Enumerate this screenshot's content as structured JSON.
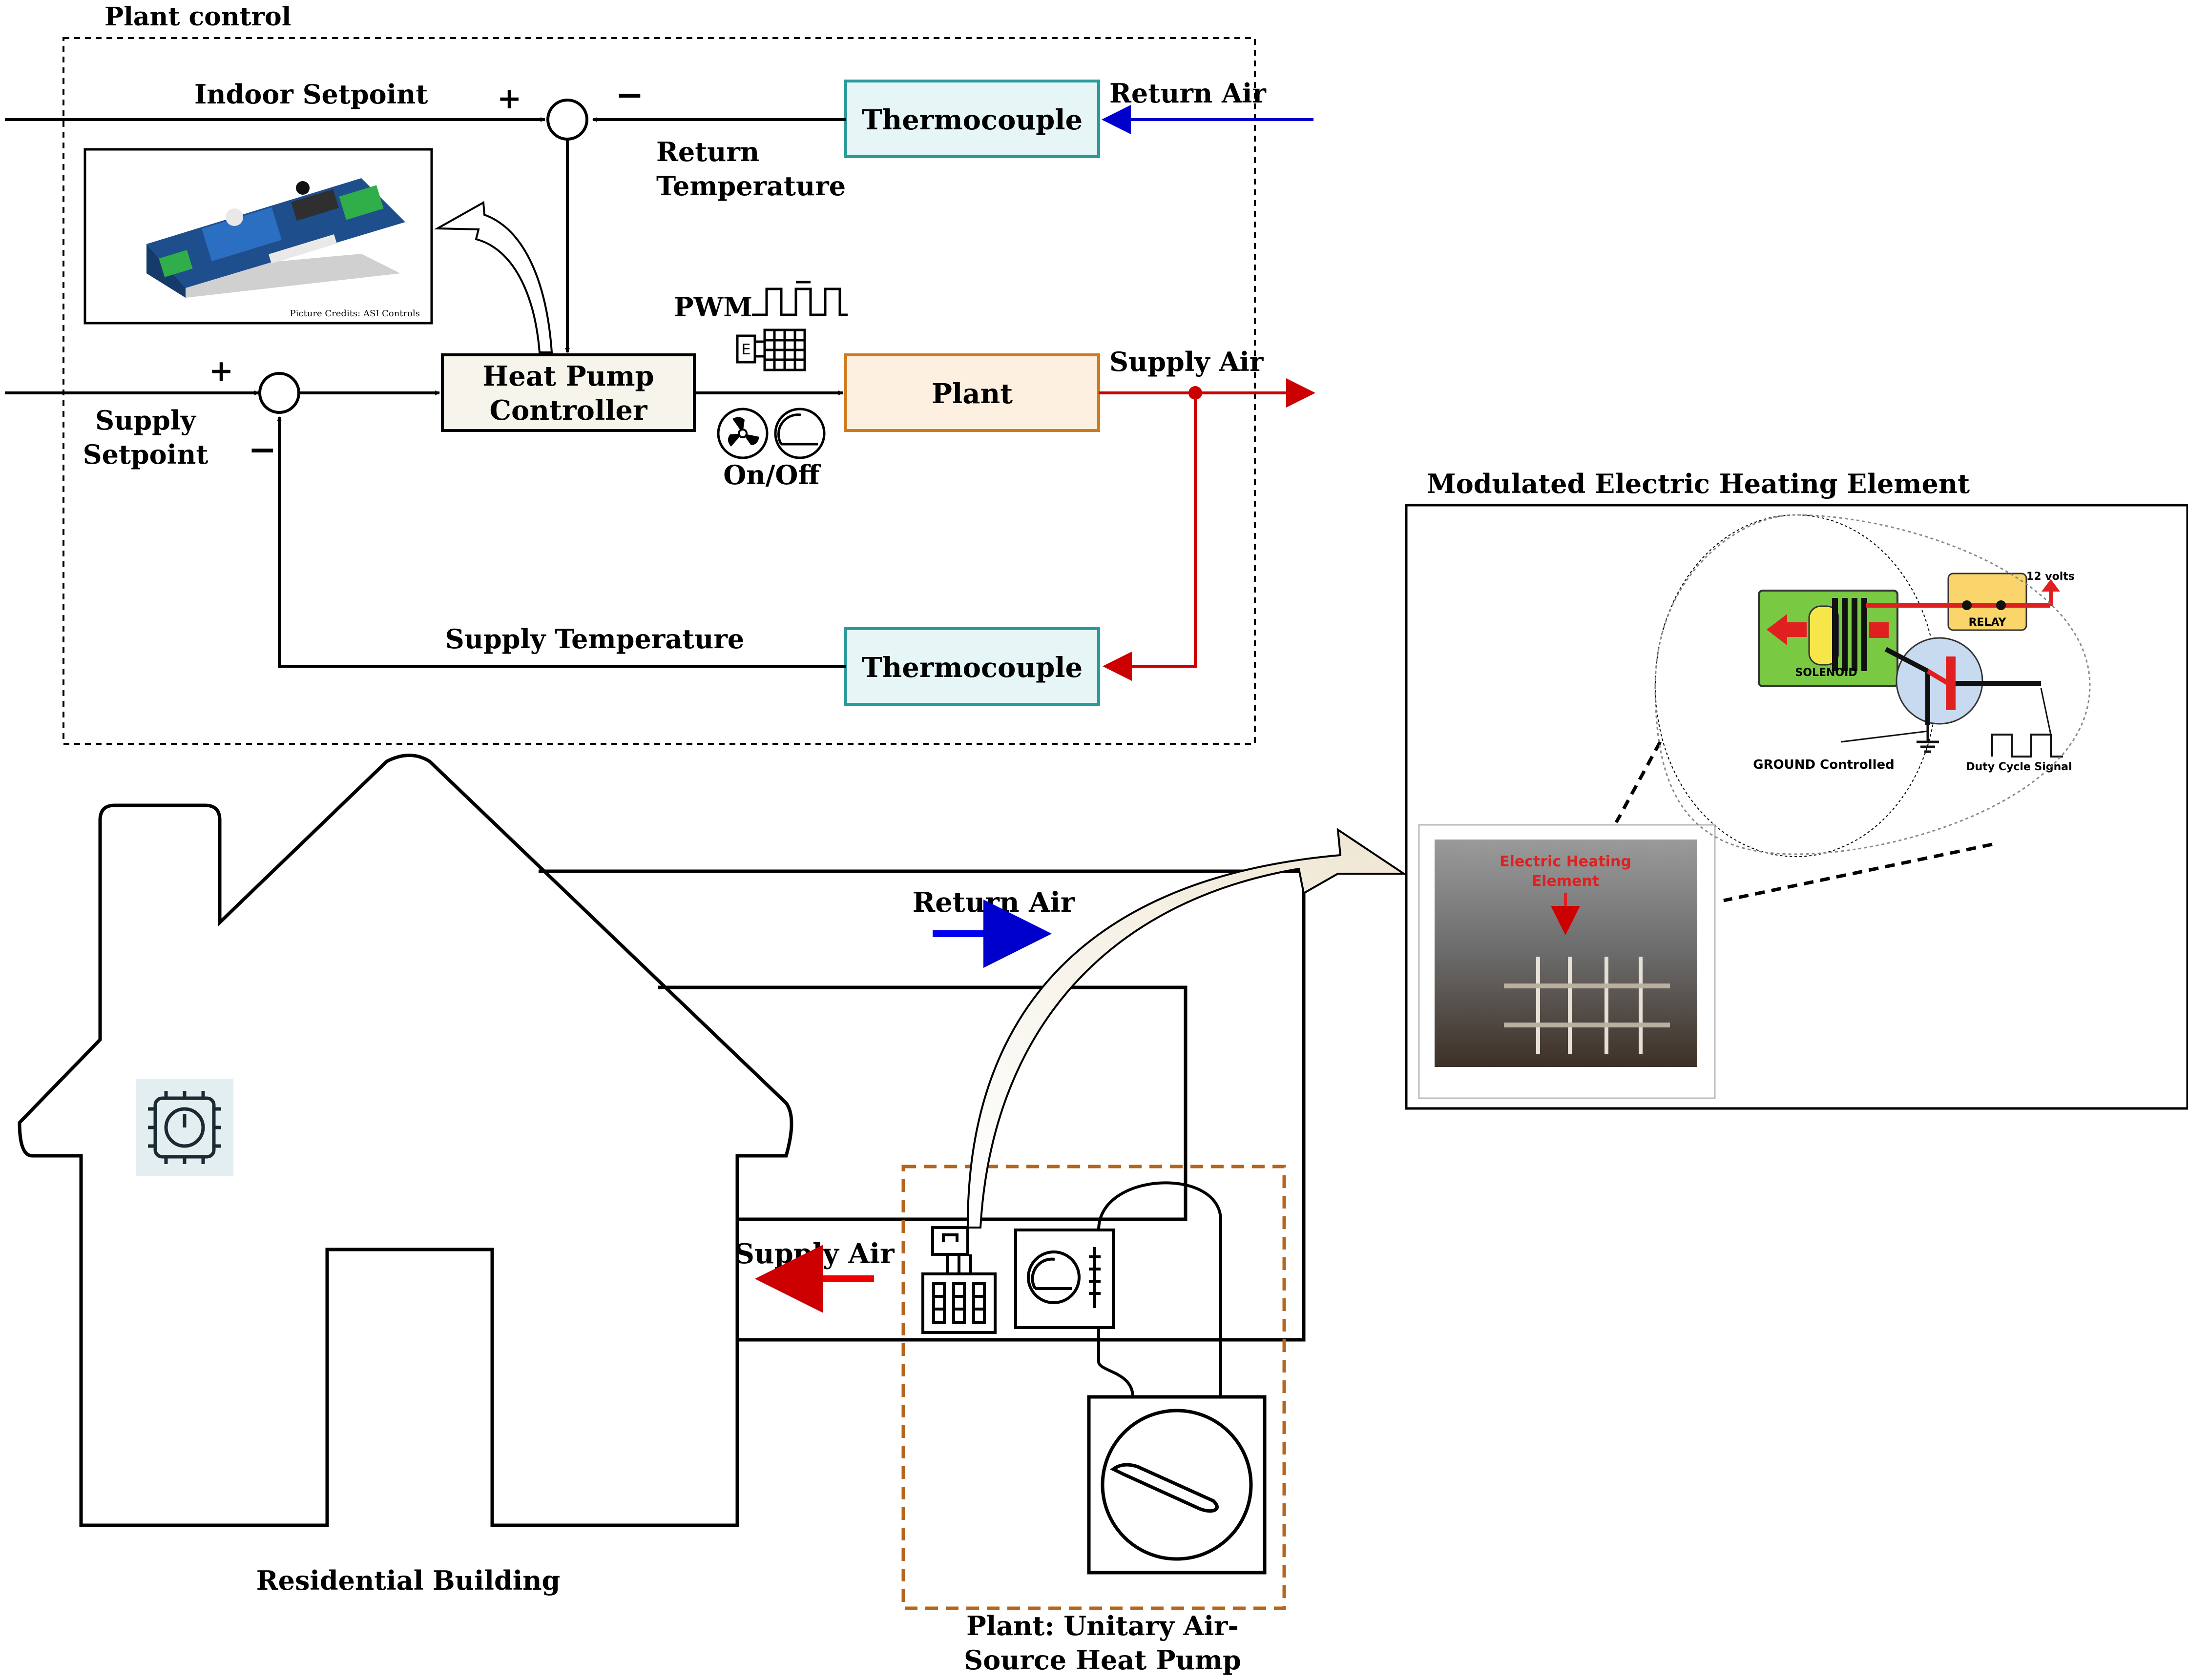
{
  "plant_control": {
    "title": "Plant control",
    "indoor_setpoint": "Indoor Setpoint",
    "plus": "+",
    "minus": "−",
    "return_temperature_line1": "Return",
    "return_temperature_line2": "Temperature",
    "return_air": "Return Air",
    "thermocouple": "Thermocouple",
    "picture_credits": "Picture Credits: ASI Controls",
    "pwm": "PWM",
    "controller_line1": "Heat Pump",
    "controller_line2": "Controller",
    "plant": "Plant",
    "supply_air": "Supply Air",
    "supply_setpoint_line1": "Supply",
    "supply_setpoint_line2": "Setpoint",
    "on_off": "On/Off",
    "supply_temperature": "Supply Temperature",
    "e_label": "E"
  },
  "heating_element": {
    "title": "Modulated Electric Heating Element",
    "volts": "12 volts",
    "relay": "RELAY",
    "solenoid": "SOLENOID",
    "ground_controlled": "GROUND Controlled",
    "duty_cycle": "Duty Cycle Signal",
    "photo_label_line1": "Electric Heating",
    "photo_label_line2": "Element"
  },
  "building": {
    "return_air": "Return Air",
    "supply_air": "Supply Air",
    "residential_building": "Residential Building",
    "plant_line1": "Plant: Unitary Air-",
    "plant_line2": "Source Heat Pump"
  },
  "colors": {
    "return_air_blue": "#0000cc",
    "supply_air_red": "#cc0000",
    "thermocouple_fill": "#e6f5f5",
    "thermocouple_stroke": "#2a9a9a",
    "plant_fill": "#fdf0e0",
    "plant_stroke": "#d07a20",
    "controller_fill": "#f7f4ec",
    "plant_dashed": "#b5651d",
    "solenoid_green": "#7ac943",
    "relay_yellow": "#f9d56b"
  }
}
